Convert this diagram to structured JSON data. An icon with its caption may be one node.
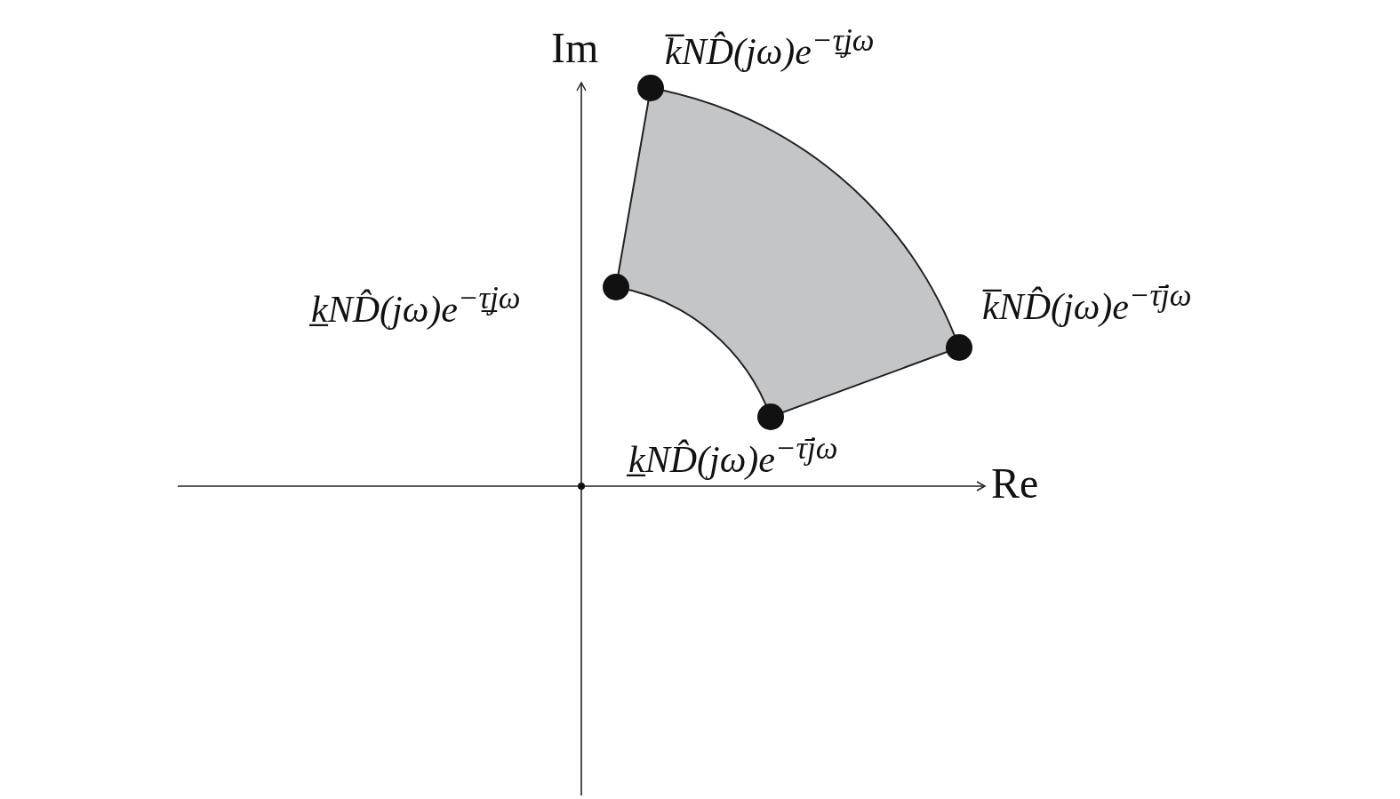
{
  "diagram": {
    "nodes": [
      {
        "text": [],
        "shape": "sector"
      }
    ],
    "labels": [
      "Im",
      "k̅ND̂(jω)e$^{−τ̲jω}$",
      "k̲ND̂(jω)e$^{−τ̲jω}$",
      "k̅ND̂(jω)e$^{−τ̄jω}$",
      "k̲ND̂(jω)e$^{−τ̄jω}$",
      "Re"
    ]
  }
}
